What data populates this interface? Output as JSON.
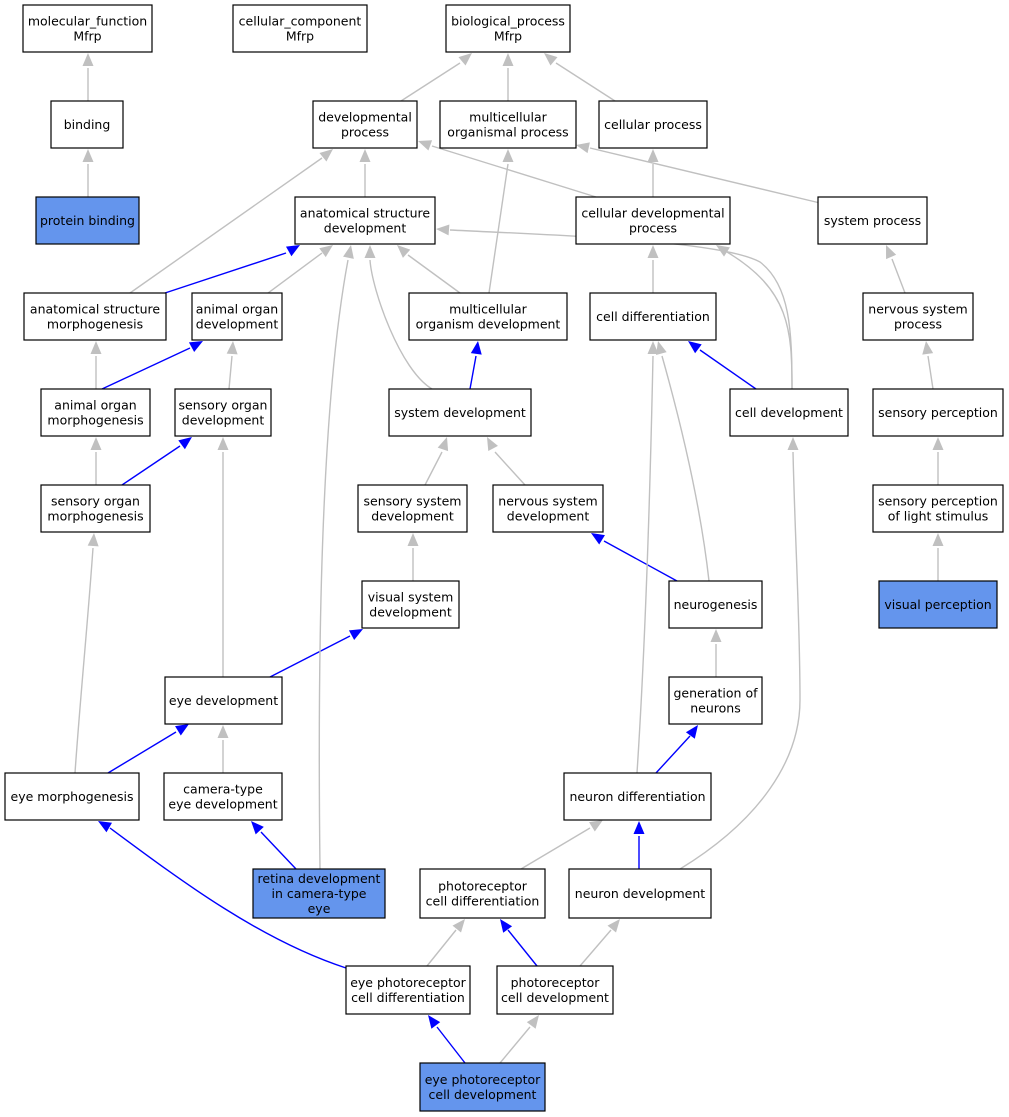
{
  "nodes": [
    {
      "id": "mf",
      "lines": [
        "molecular_function",
        "Mfrp"
      ],
      "highlight": false
    },
    {
      "id": "cc",
      "lines": [
        "cellular_component",
        "Mfrp"
      ],
      "highlight": false
    },
    {
      "id": "bp",
      "lines": [
        "biological_process",
        "Mfrp"
      ],
      "highlight": false
    },
    {
      "id": "binding",
      "lines": [
        "binding"
      ],
      "highlight": false
    },
    {
      "id": "devproc",
      "lines": [
        "developmental",
        "process"
      ],
      "highlight": false
    },
    {
      "id": "mcproc",
      "lines": [
        "multicellular",
        "organismal process"
      ],
      "highlight": false
    },
    {
      "id": "cellproc",
      "lines": [
        "cellular process"
      ],
      "highlight": false
    },
    {
      "id": "protbind",
      "lines": [
        "protein binding"
      ],
      "highlight": true
    },
    {
      "id": "asd",
      "lines": [
        "anatomical structure",
        "development"
      ],
      "highlight": false
    },
    {
      "id": "cdp",
      "lines": [
        "cellular developmental",
        "process"
      ],
      "highlight": false
    },
    {
      "id": "sysproc",
      "lines": [
        "system process"
      ],
      "highlight": false
    },
    {
      "id": "asm",
      "lines": [
        "anatomical structure",
        "morphogenesis"
      ],
      "highlight": false
    },
    {
      "id": "aod",
      "lines": [
        "animal organ",
        "development"
      ],
      "highlight": false
    },
    {
      "id": "mod",
      "lines": [
        "multicellular",
        "organism development"
      ],
      "highlight": false
    },
    {
      "id": "celldiff",
      "lines": [
        "cell differentiation"
      ],
      "highlight": false
    },
    {
      "id": "nsp",
      "lines": [
        "nervous system",
        "process"
      ],
      "highlight": false
    },
    {
      "id": "aom",
      "lines": [
        "animal organ",
        "morphogenesis"
      ],
      "highlight": false
    },
    {
      "id": "sod",
      "lines": [
        "sensory organ",
        "development"
      ],
      "highlight": false
    },
    {
      "id": "sysdev",
      "lines": [
        "system development"
      ],
      "highlight": false
    },
    {
      "id": "celldev",
      "lines": [
        "cell development"
      ],
      "highlight": false
    },
    {
      "id": "sensperc",
      "lines": [
        "sensory perception"
      ],
      "highlight": false
    },
    {
      "id": "som",
      "lines": [
        "sensory organ",
        "morphogenesis"
      ],
      "highlight": false
    },
    {
      "id": "ssd",
      "lines": [
        "sensory system",
        "development"
      ],
      "highlight": false
    },
    {
      "id": "nsd",
      "lines": [
        "nervous system",
        "development"
      ],
      "highlight": false
    },
    {
      "id": "splight",
      "lines": [
        "sensory perception",
        "of light stimulus"
      ],
      "highlight": false
    },
    {
      "id": "vsd",
      "lines": [
        "visual system",
        "development"
      ],
      "highlight": false
    },
    {
      "id": "neurogen",
      "lines": [
        "neurogenesis"
      ],
      "highlight": false
    },
    {
      "id": "visperc",
      "lines": [
        "visual perception"
      ],
      "highlight": true
    },
    {
      "id": "eyedev",
      "lines": [
        "eye development"
      ],
      "highlight": false
    },
    {
      "id": "genneur",
      "lines": [
        "generation of",
        "neurons"
      ],
      "highlight": false
    },
    {
      "id": "eyemorph",
      "lines": [
        "eye morphogenesis"
      ],
      "highlight": false
    },
    {
      "id": "cted",
      "lines": [
        "camera-type",
        "eye development"
      ],
      "highlight": false
    },
    {
      "id": "neurdiff",
      "lines": [
        "neuron differentiation"
      ],
      "highlight": false
    },
    {
      "id": "retina",
      "lines": [
        "retina development",
        "in camera-type",
        "eye"
      ],
      "highlight": true
    },
    {
      "id": "pcd",
      "lines": [
        "photoreceptor",
        "cell differentiation"
      ],
      "highlight": false
    },
    {
      "id": "neurdev",
      "lines": [
        "neuron development"
      ],
      "highlight": false
    },
    {
      "id": "epcd",
      "lines": [
        "eye photoreceptor",
        "cell differentiation"
      ],
      "highlight": false
    },
    {
      "id": "pcdev",
      "lines": [
        "photoreceptor",
        "cell development"
      ],
      "highlight": false
    },
    {
      "id": "epcdev",
      "lines": [
        "eye photoreceptor",
        "cell development"
      ],
      "highlight": true
    }
  ],
  "edges": [
    {
      "from": "binding",
      "to": "mf",
      "type": "is_a"
    },
    {
      "from": "protbind",
      "to": "binding",
      "type": "is_a"
    },
    {
      "from": "devproc",
      "to": "bp",
      "type": "is_a"
    },
    {
      "from": "mcproc",
      "to": "bp",
      "type": "is_a"
    },
    {
      "from": "cellproc",
      "to": "bp",
      "type": "is_a"
    },
    {
      "from": "asd",
      "to": "devproc",
      "type": "is_a"
    },
    {
      "from": "cdp",
      "to": "devproc",
      "type": "is_a"
    },
    {
      "from": "cdp",
      "to": "cellproc",
      "type": "is_a"
    },
    {
      "from": "sysproc",
      "to": "mcproc",
      "type": "is_a"
    },
    {
      "from": "asm",
      "to": "devproc",
      "type": "is_a"
    },
    {
      "from": "asm",
      "to": "asd",
      "type": "part_of"
    },
    {
      "from": "aod",
      "to": "asd",
      "type": "is_a"
    },
    {
      "from": "mod",
      "to": "asd",
      "type": "is_a"
    },
    {
      "from": "mod",
      "to": "mcproc",
      "type": "is_a"
    },
    {
      "from": "celldiff",
      "to": "cdp",
      "type": "is_a"
    },
    {
      "from": "nsp",
      "to": "sysproc",
      "type": "is_a"
    },
    {
      "from": "aom",
      "to": "asm",
      "type": "is_a"
    },
    {
      "from": "aom",
      "to": "aod",
      "type": "part_of"
    },
    {
      "from": "sod",
      "to": "aod",
      "type": "is_a"
    },
    {
      "from": "sysdev",
      "to": "asd",
      "type": "is_a"
    },
    {
      "from": "sysdev",
      "to": "mod",
      "type": "part_of"
    },
    {
      "from": "celldev",
      "to": "asd",
      "type": "is_a"
    },
    {
      "from": "celldev",
      "to": "cdp",
      "type": "is_a"
    },
    {
      "from": "celldev",
      "to": "celldiff",
      "type": "part_of"
    },
    {
      "from": "sensperc",
      "to": "nsp",
      "type": "is_a"
    },
    {
      "from": "som",
      "to": "aom",
      "type": "is_a"
    },
    {
      "from": "som",
      "to": "sod",
      "type": "part_of"
    },
    {
      "from": "ssd",
      "to": "sysdev",
      "type": "is_a"
    },
    {
      "from": "nsd",
      "to": "sysdev",
      "type": "is_a"
    },
    {
      "from": "splight",
      "to": "sensperc",
      "type": "is_a"
    },
    {
      "from": "vsd",
      "to": "ssd",
      "type": "is_a"
    },
    {
      "from": "neurogen",
      "to": "celldiff",
      "type": "is_a"
    },
    {
      "from": "neurogen",
      "to": "nsd",
      "type": "part_of"
    },
    {
      "from": "visperc",
      "to": "splight",
      "type": "is_a"
    },
    {
      "from": "eyedev",
      "to": "sod",
      "type": "is_a"
    },
    {
      "from": "eyedev",
      "to": "vsd",
      "type": "part_of"
    },
    {
      "from": "genneur",
      "to": "neurogen",
      "type": "is_a"
    },
    {
      "from": "eyemorph",
      "to": "som",
      "type": "is_a"
    },
    {
      "from": "eyemorph",
      "to": "eyedev",
      "type": "part_of"
    },
    {
      "from": "cted",
      "to": "eyedev",
      "type": "is_a"
    },
    {
      "from": "neurdiff",
      "to": "celldiff",
      "type": "is_a"
    },
    {
      "from": "neurdiff",
      "to": "genneur",
      "type": "part_of"
    },
    {
      "from": "retina",
      "to": "asd",
      "type": "is_a"
    },
    {
      "from": "retina",
      "to": "cted",
      "type": "part_of"
    },
    {
      "from": "pcd",
      "to": "neurdiff",
      "type": "is_a"
    },
    {
      "from": "neurdev",
      "to": "celldev",
      "type": "is_a"
    },
    {
      "from": "neurdev",
      "to": "neurdiff",
      "type": "part_of"
    },
    {
      "from": "epcd",
      "to": "pcd",
      "type": "is_a"
    },
    {
      "from": "epcd",
      "to": "eyemorph",
      "type": "part_of"
    },
    {
      "from": "pcdev",
      "to": "neurdev",
      "type": "is_a"
    },
    {
      "from": "pcdev",
      "to": "pcd",
      "type": "part_of"
    },
    {
      "from": "epcdev",
      "to": "pcdev",
      "type": "is_a"
    },
    {
      "from": "epcdev",
      "to": "epcd",
      "type": "part_of"
    }
  ]
}
